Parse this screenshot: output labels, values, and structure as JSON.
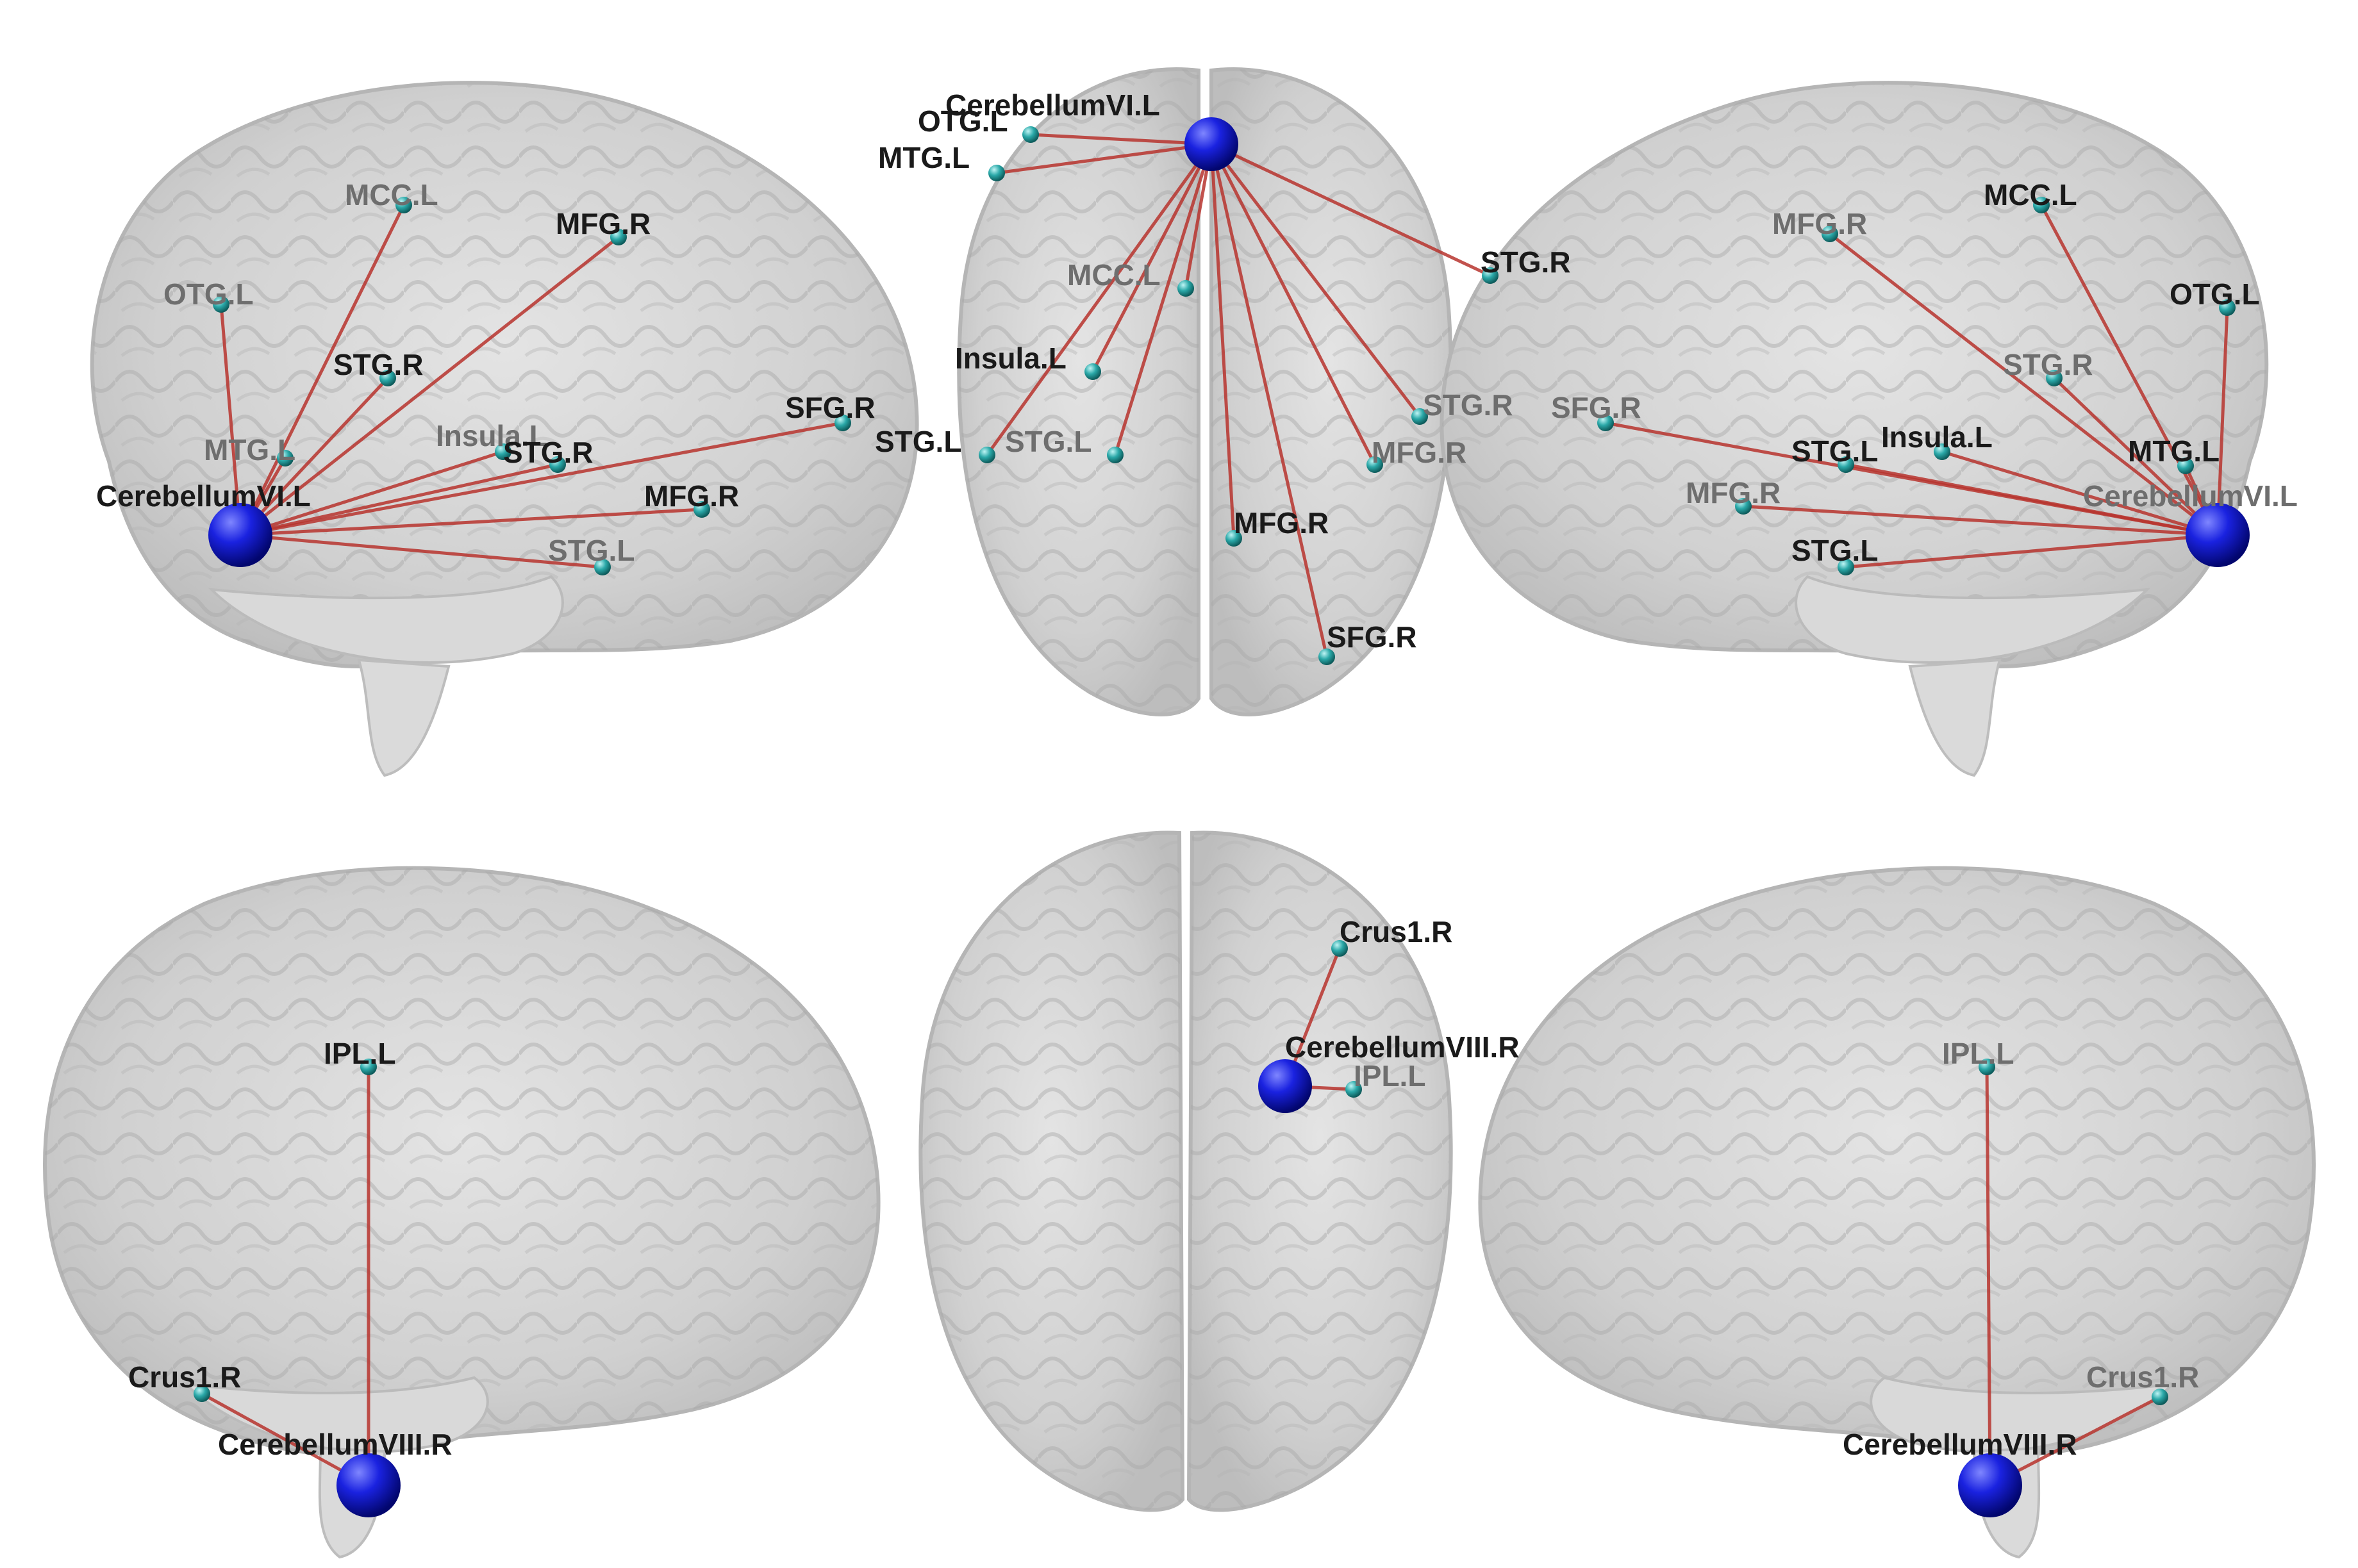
{
  "colors": {
    "hub_node": "#0a12c8",
    "region_node": "#2aa8a8",
    "edge": "#b8342e",
    "brain_fill": "#cfcfcf",
    "background": "#ffffff"
  },
  "top_row": {
    "hub": "CerebellumVI.L",
    "views": [
      {
        "name": "left-lateral",
        "labels": [
          "MCC.L",
          "MFG.R",
          "OTG.L",
          "STG.R",
          "MTG.L",
          "Insula.L",
          "STG.R",
          "SFG.R",
          "CerebellumVI.L",
          "MFG.R",
          "STG.L"
        ]
      },
      {
        "name": "axial",
        "labels": [
          "CerebellumVI.L",
          "OTG.L",
          "MTG.L",
          "STG.R",
          "MCC.L",
          "Insula.L",
          "STG.R",
          "STG.L",
          "STG.L",
          "MFG.R",
          "MFG.R",
          "SFG.R"
        ]
      },
      {
        "name": "right-lateral",
        "labels": [
          "MCC.L",
          "MFG.R",
          "OTG.L",
          "STG.R",
          "SFG.R",
          "STG.L",
          "Insula.L",
          "MTG.L",
          "CerebellumVI.L",
          "MFG.R",
          "STG.L"
        ]
      }
    ]
  },
  "bottom_row": {
    "hub": "CerebellumVIII.R",
    "views": [
      {
        "name": "left-lateral",
        "labels": [
          "IPL.L",
          "Crus1.R",
          "CerebellumVIII.R"
        ]
      },
      {
        "name": "axial",
        "labels": [
          "Crus1.R",
          "CerebellumVIII.R",
          "IPL.L"
        ]
      },
      {
        "name": "right-lateral",
        "labels": [
          "IPL.L",
          "Crus1.R",
          "CerebellumVIII.R"
        ]
      }
    ]
  }
}
